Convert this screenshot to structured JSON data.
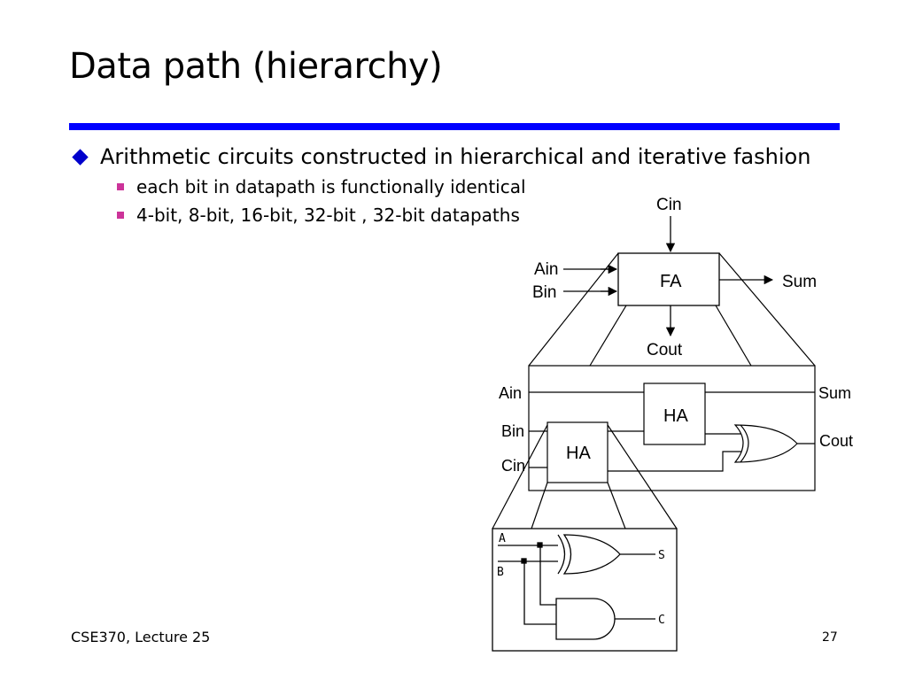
{
  "slide": {
    "title": "Data path (hierarchy)",
    "bullets": [
      "Arithmetic circuits constructed in hierarchical and iterative fashion",
      "each bit in datapath is functionally identical",
      "4-bit, 8-bit, 16-bit, 32-bit , 32-bit datapaths"
    ],
    "footer": "CSE370, Lecture 25",
    "page_number": "27",
    "accent_color": "#0000ff"
  },
  "diagram": {
    "full_adder": {
      "block": "FA",
      "inputs": [
        "Cin",
        "Ain",
        "Bin"
      ],
      "outputs": [
        "Sum",
        "Cout"
      ]
    },
    "fa_detail": {
      "inputs": [
        "Ain",
        "Bin",
        "Cin"
      ],
      "outputs": [
        "Sum",
        "Cout"
      ],
      "half_adder_upper": "HA",
      "half_adder_lower": "HA"
    },
    "ha_detail": {
      "inputs": [
        "A",
        "B"
      ],
      "outputs": [
        "S",
        "C"
      ]
    }
  }
}
